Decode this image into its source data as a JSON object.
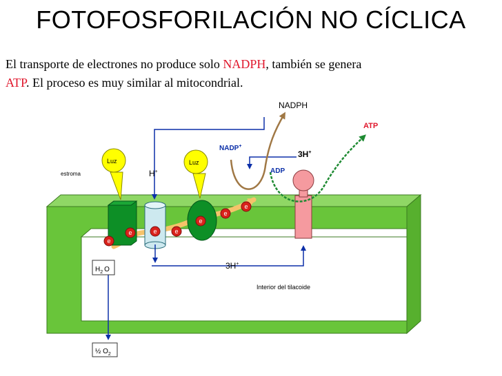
{
  "title": "FOTOFOSFORILACIÓN NO CÍCLICA",
  "intro": {
    "part1": "El transporte de electrones no produce solo ",
    "nadph": "NADPH",
    "part2": ", también se genera",
    "atp": "ATP",
    "part3": ". El proceso es muy similar al mitocondrial."
  },
  "diagram": {
    "nadph_label": "NADPH",
    "atp_label": "ATP",
    "nadp_label": "NADP",
    "nadp_sup": "+",
    "three_h_top": "3H",
    "three_h_top_sup": "+",
    "adp_label": "ADP",
    "estroma_label": "estroma",
    "h_label": "H",
    "h_sup": "+",
    "luz1": "Luz",
    "luz2": "Luz",
    "electron": "e",
    "h2o_h": "H",
    "h2o_sub": "2",
    "h2o_o": "O",
    "three_h_bottom": "3H",
    "three_h_bottom_sup": "+",
    "interior_label": "Interior del tilacoide",
    "o2_half": "½ O",
    "o2_sub": "2",
    "colors": {
      "membrane": "#69c53a",
      "membrane_dark": "#4ea12a",
      "ps": "#0d8f26",
      "cyt": "#cde9ef",
      "atpase": "#f59a9f",
      "electron": "#d9221b",
      "arrow_blue": "#0b2fa8",
      "path_yellow": "#f6c36a",
      "nadph_curve": "#a07845",
      "atp_curve": "#1e8a32",
      "luz": "#ffff00",
      "red_text": "#e0162b"
    }
  }
}
